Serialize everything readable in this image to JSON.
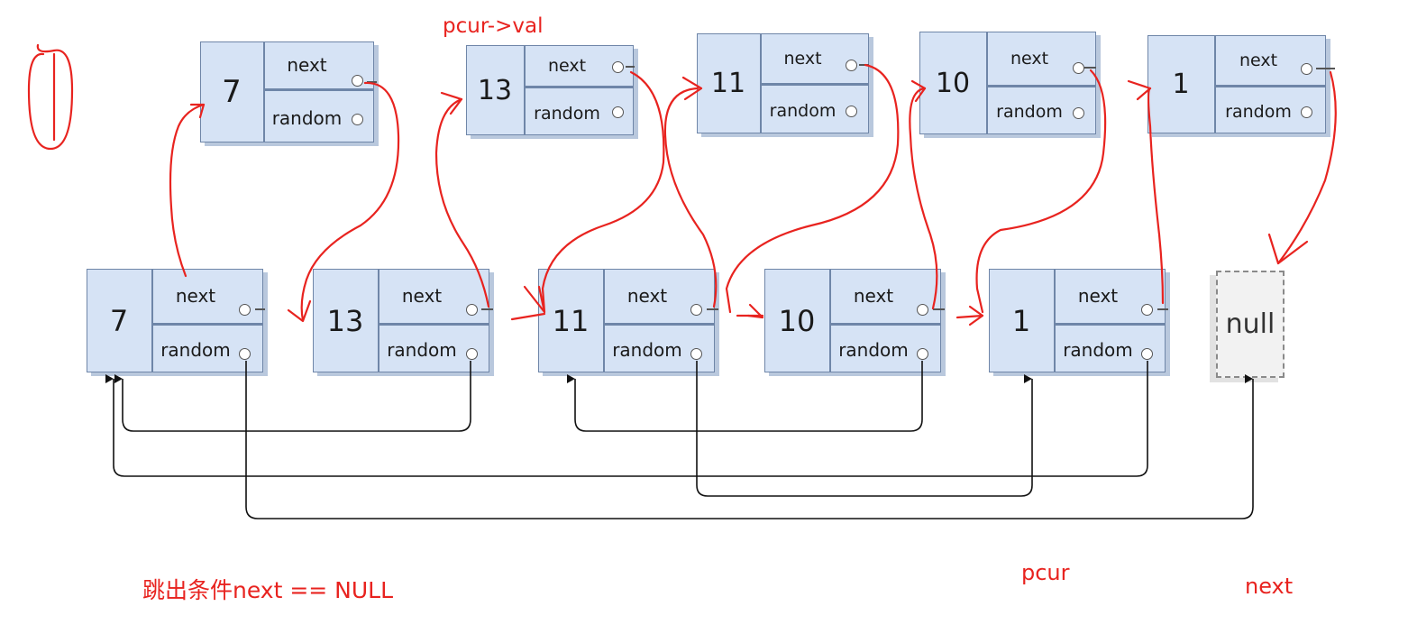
{
  "top_nodes": [
    {
      "val": "7",
      "next_label": "next",
      "random_label": "random"
    },
    {
      "val": "13",
      "next_label": "next",
      "random_label": "random"
    },
    {
      "val": "11",
      "next_label": "next",
      "random_label": "random"
    },
    {
      "val": "10",
      "next_label": "next",
      "random_label": "random"
    },
    {
      "val": "1",
      "next_label": "next",
      "random_label": "random"
    }
  ],
  "bottom_nodes": [
    {
      "val": "7",
      "next_label": "next",
      "random_label": "random"
    },
    {
      "val": "13",
      "next_label": "next",
      "random_label": "random"
    },
    {
      "val": "11",
      "next_label": "next",
      "random_label": "random"
    },
    {
      "val": "10",
      "next_label": "next",
      "random_label": "random"
    },
    {
      "val": "1",
      "next_label": "next",
      "random_label": "random"
    }
  ],
  "null_node": {
    "label": "null"
  },
  "annotations": {
    "pcur_val": "pcur->val",
    "exit_condition": "跳出条件next == NULL",
    "pcur": "pcur",
    "next": "next"
  },
  "colors": {
    "node_fill": "#d6e3f5",
    "node_border": "#6f86a8",
    "red_ink": "#e8231f",
    "arrow_black": "#111111"
  }
}
